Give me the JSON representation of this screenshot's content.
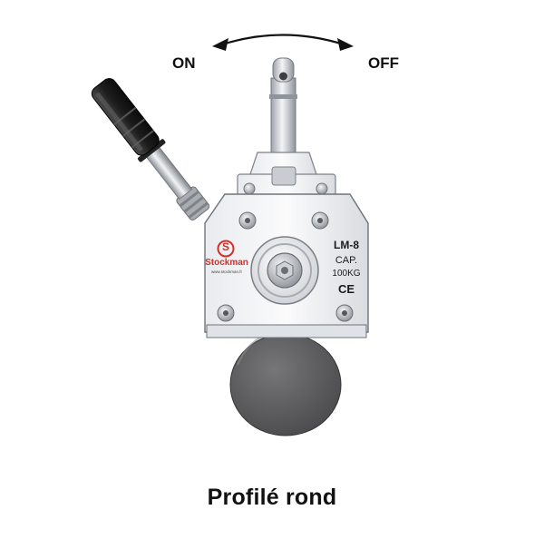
{
  "labels": {
    "on": "ON",
    "off": "OFF"
  },
  "plate": {
    "model": "LM-8",
    "cap_label": "CAP.",
    "capacity": "100KG",
    "ce_mark": "CE",
    "brand": "Stockman",
    "website": "www.stockman.fr",
    "logo_letter": "S"
  },
  "caption": "Profilé rond",
  "colors": {
    "brand_red": "#d2302a",
    "steel": "#d8dbe0",
    "handle_black": "#1c1c1c",
    "load_gray": "#5a5a5c"
  }
}
